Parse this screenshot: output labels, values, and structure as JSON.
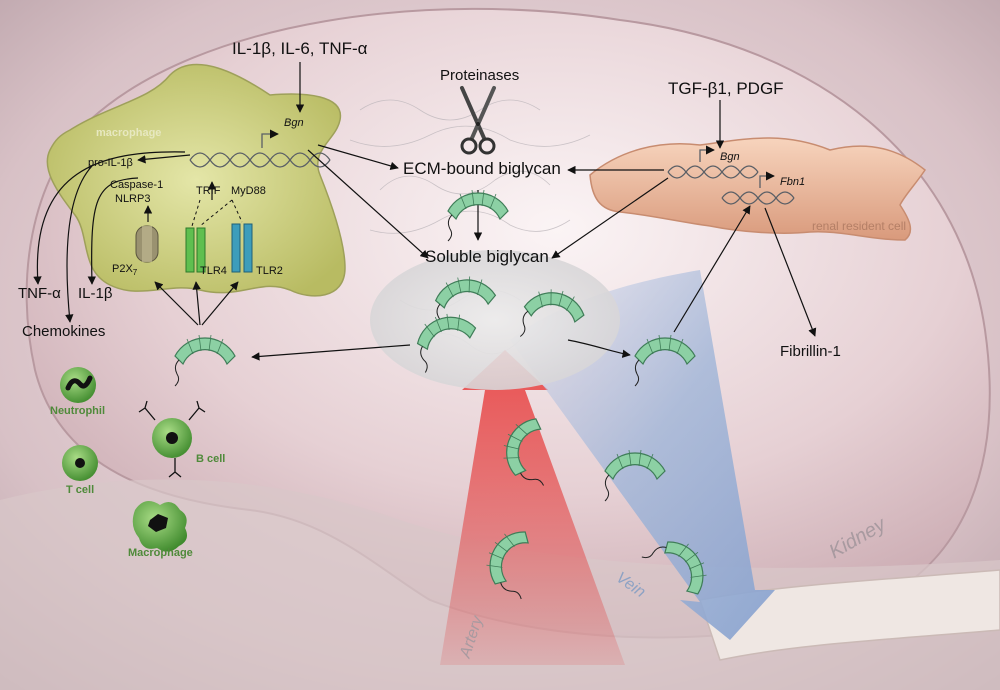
{
  "stimuli": {
    "macrophage_cytokines": "IL-1β, IL-6, TNF-α",
    "resident_growth_factors": "TGF-β1, PDGF",
    "proteinases": "Proteinases"
  },
  "genes": {
    "bgn_macrophage": "Bgn",
    "bgn_resident": "Bgn",
    "fbn1": "Fbn1"
  },
  "pools": {
    "ecm_bound": "ECM-bound biglycan",
    "soluble": "Soluble biglycan"
  },
  "macrophage": {
    "cell_label": "macrophage",
    "pro_il1b": "pro-IL-1β",
    "inflammasome_line1": "Caspase-1",
    "inflammasome_line2": "NLRP3",
    "trif": "TRIF",
    "myd88": "MyD88",
    "p2x7": "P2X",
    "p2x7_sub": "7",
    "tlr4": "TLR4",
    "tlr2": "TLR2"
  },
  "outputs": {
    "tnf_a": "TNF-α",
    "il1b": "IL-1β",
    "chemokines": "Chemokines",
    "fibrillin": "Fibrillin-1"
  },
  "immune_cells": {
    "neutrophil": "Neutrophil",
    "t_cell": "T cell",
    "b_cell": "B cell",
    "macrophage": "Macrophage"
  },
  "resident": {
    "cell_label": "renal resident cell"
  },
  "organ": {
    "kidney": "Kidney",
    "artery": "Artery",
    "vein": "Vein"
  },
  "colors": {
    "kidney": "#e7d2d6",
    "macrophage_cell": "#cfd28a",
    "resident_cell": "#efc3a6",
    "artery": "#e54a4a",
    "vein": "#9fb5d8",
    "biglycan": "#7fc29a"
  }
}
